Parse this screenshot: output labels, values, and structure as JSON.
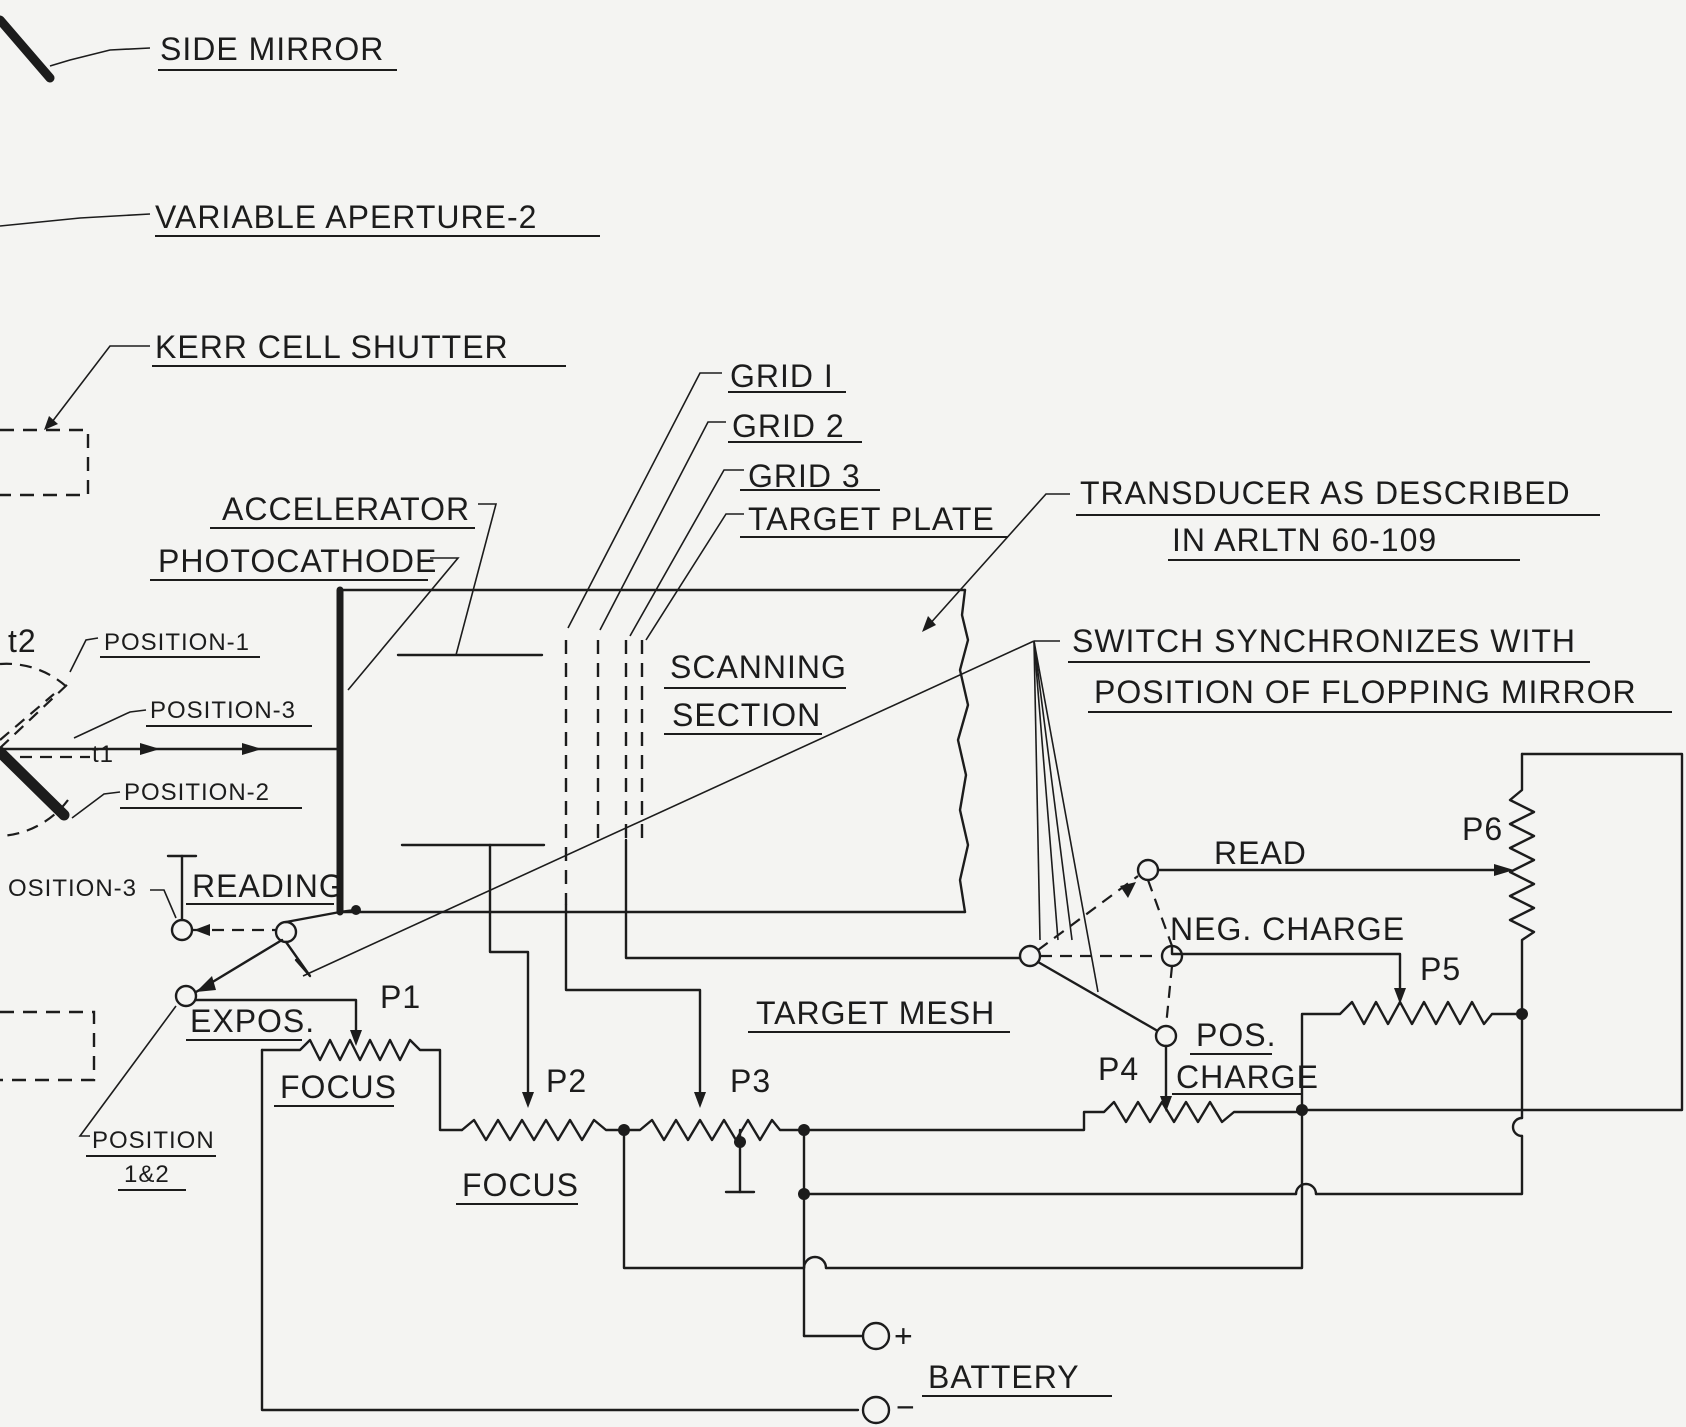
{
  "labels": {
    "side_mirror": "SIDE MIRROR",
    "variable_aperture": "VARIABLE APERTURE-2",
    "kerr_cell_shutter": "KERR CELL SHUTTER",
    "grid_1": "GRID I",
    "grid_2": "GRID 2",
    "grid_3": "GRID 3",
    "target_plate": "TARGET PLATE",
    "accelerator": "ACCELERATOR",
    "photocathode": "PHOTOCATHODE",
    "transducer_line1": "TRANSDUCER AS DESCRIBED",
    "transducer_line2": "IN ARLTN 60-109",
    "switch_line1": "SWITCH SYNCHRONIZES WITH",
    "switch_line2": "POSITION OF FLOPPING MIRROR",
    "scanning_line1": "SCANNING",
    "scanning_line2": "SECTION",
    "t2": "t2",
    "t1": "t1",
    "position_1": "POSITION-1",
    "position_3": "POSITION-3",
    "position_2": "POSITION-2",
    "position_3_left": "OSITION-3",
    "reading": "READING",
    "expos": "EXPOS.",
    "p1": "P1",
    "focus_1": "FOCUS",
    "position_12_line1": "POSITION",
    "position_12_line2": "1&2",
    "p2": "P2",
    "focus_2": "FOCUS",
    "p3": "P3",
    "target_mesh": "TARGET MESH",
    "read": "READ",
    "p6": "P6",
    "neg_charge": "NEG. CHARGE",
    "p5": "P5",
    "pos_charge_line1": "POS.",
    "pos_charge_line2": "CHARGE",
    "p4": "P4",
    "battery": "BATTERY",
    "plus": "+",
    "minus": "−"
  },
  "colors": {
    "ink": "#1c1c1c",
    "paper": "#f4f4f2"
  }
}
